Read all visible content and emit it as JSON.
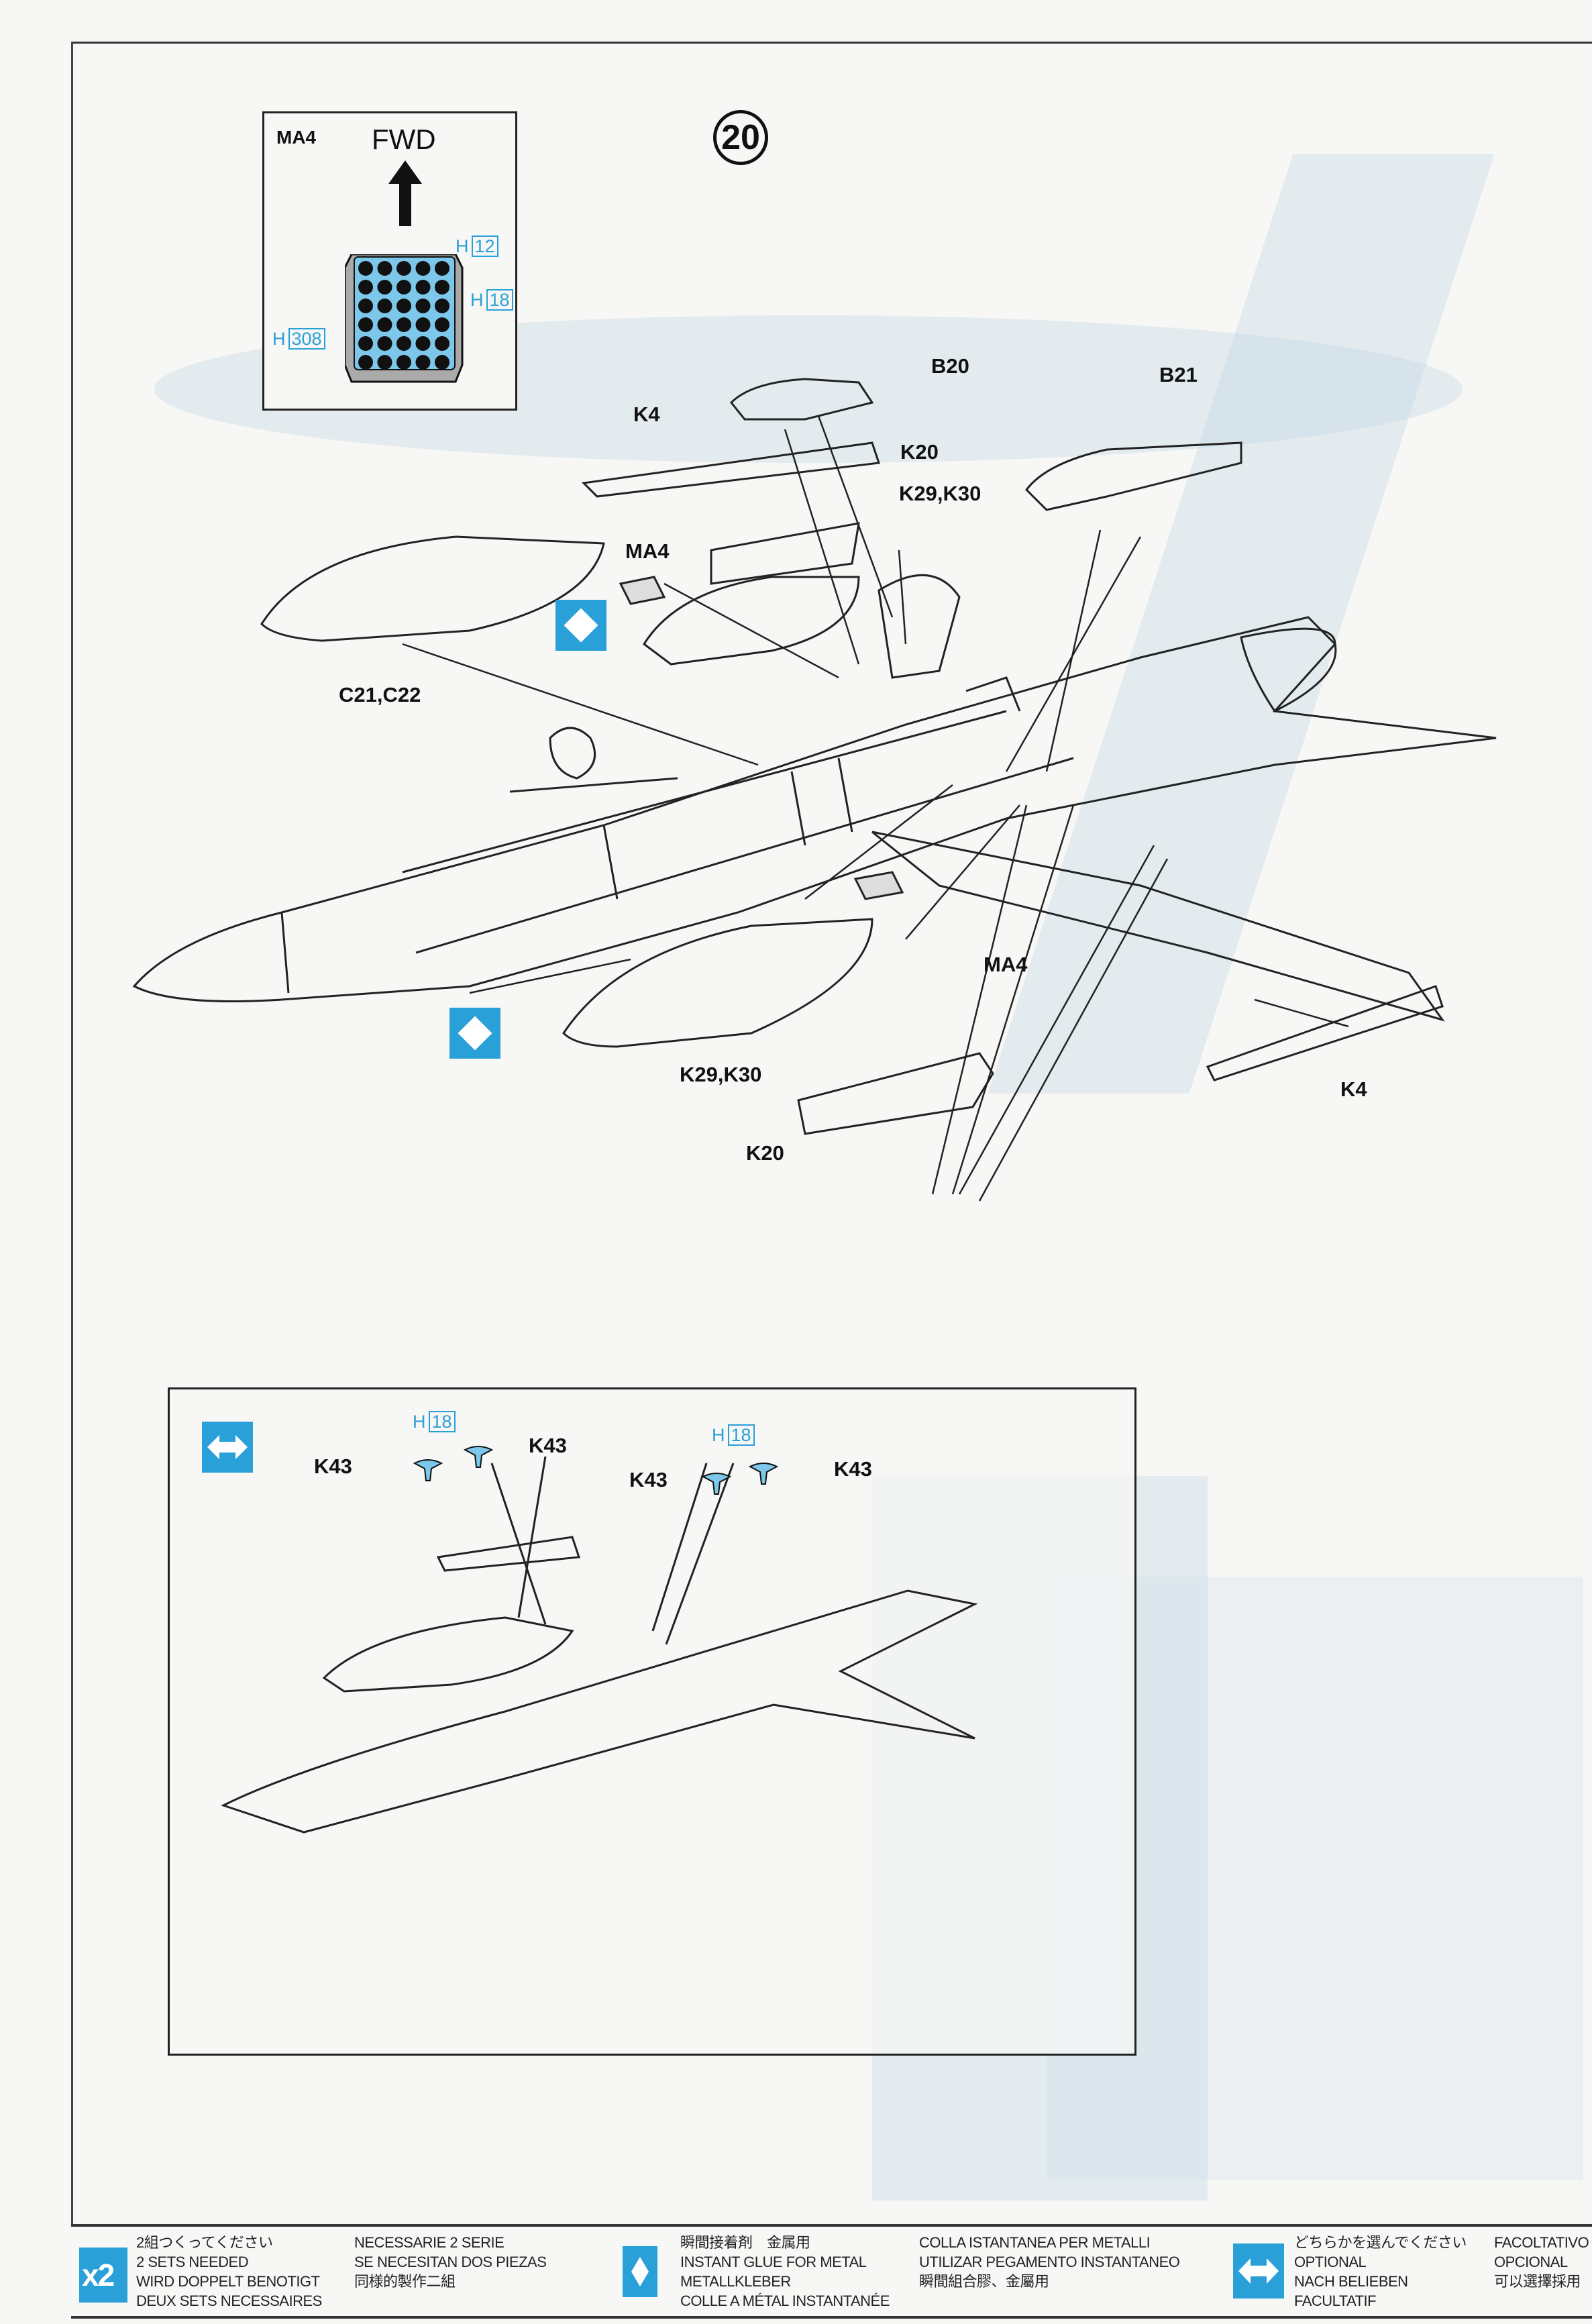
{
  "step_number": "20",
  "detail_inset": {
    "part": "MA4",
    "direction": "FWD",
    "colors": [
      {
        "prefix": "H",
        "code": "12"
      },
      {
        "prefix": "H",
        "code": "18"
      },
      {
        "prefix": "H",
        "code": "308"
      }
    ]
  },
  "callouts": {
    "b20": "B20",
    "b21": "B21",
    "k4_top": "K4",
    "k20_top": "K20",
    "k29k30_top": "K29,K30",
    "ma4_top": "MA4",
    "c21c22": "C21,C22",
    "ma4_bottom": "MA4",
    "k29k30_bottom": "K29,K30",
    "k20_bottom": "K20",
    "k4_bottom": "K4"
  },
  "optional_inset": {
    "color_left": {
      "prefix": "H",
      "code": "18"
    },
    "color_right": {
      "prefix": "H",
      "code": "18"
    },
    "labels": [
      "K43",
      "K43",
      "K43",
      "K43"
    ]
  },
  "legend": {
    "x2": {
      "icon_text": "x2",
      "lines": [
        "2組つくってください",
        "2 SETS NEEDED",
        "WIRD DOPPELT BENOTIGT",
        "DEUX SETS NECESSAIRES"
      ],
      "lines2": [
        "NECESSARIE 2 SERIE",
        "SE NECESITAN DOS PIEZAS",
        "同様的製作二組"
      ]
    },
    "glue": {
      "lines": [
        "瞬間接着剤　金属用",
        "INSTANT GLUE FOR METAL",
        "METALLKLEBER",
        "COLLE A MÉTAL INSTANTANÉE"
      ],
      "lines2": [
        "COLLA ISTANTANEA PER METALLI",
        "UTILIZAR PEGAMENTO INSTANTANEO",
        "瞬間組合膠、金屬用"
      ]
    },
    "optional": {
      "lines": [
        "どちらかを選んでください",
        "OPTIONAL",
        "NACH BELIEBEN",
        "FACULTATIF"
      ],
      "lines2": [
        "FACOLTATIVO",
        "OPCIONAL",
        "可以選擇採用"
      ]
    }
  },
  "colors": {
    "accent": "#2aa0d8",
    "ink": "#111111",
    "paper": "#f7f7f5"
  }
}
